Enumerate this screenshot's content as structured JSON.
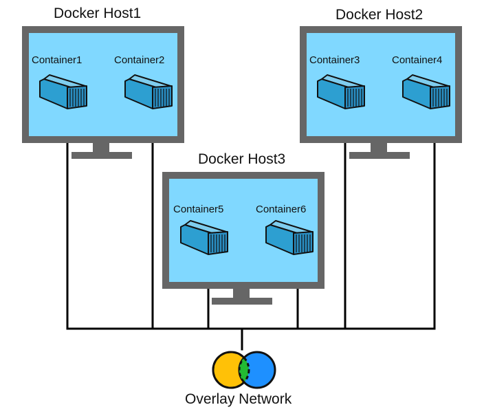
{
  "hosts": [
    {
      "title": "Docker Host1",
      "containers": [
        "Container1",
        "Container2"
      ]
    },
    {
      "title": "Docker Host2",
      "containers": [
        "Container3",
        "Container4"
      ]
    },
    {
      "title": "Docker Host3",
      "containers": [
        "Container5",
        "Container6"
      ]
    }
  ],
  "network": {
    "label": "Overlay Network"
  },
  "colors": {
    "monitor_frame": "#666666",
    "screen": "#80d8ff",
    "container_top": "#7fcdee",
    "container_side": "#2d9fd1",
    "container_end": "#2a8fc4",
    "outline": "#111111",
    "wire": "#000000",
    "ring_left": "#ffc107",
    "ring_right": "#1e90ff",
    "ring_overlap": "#22bb33"
  }
}
